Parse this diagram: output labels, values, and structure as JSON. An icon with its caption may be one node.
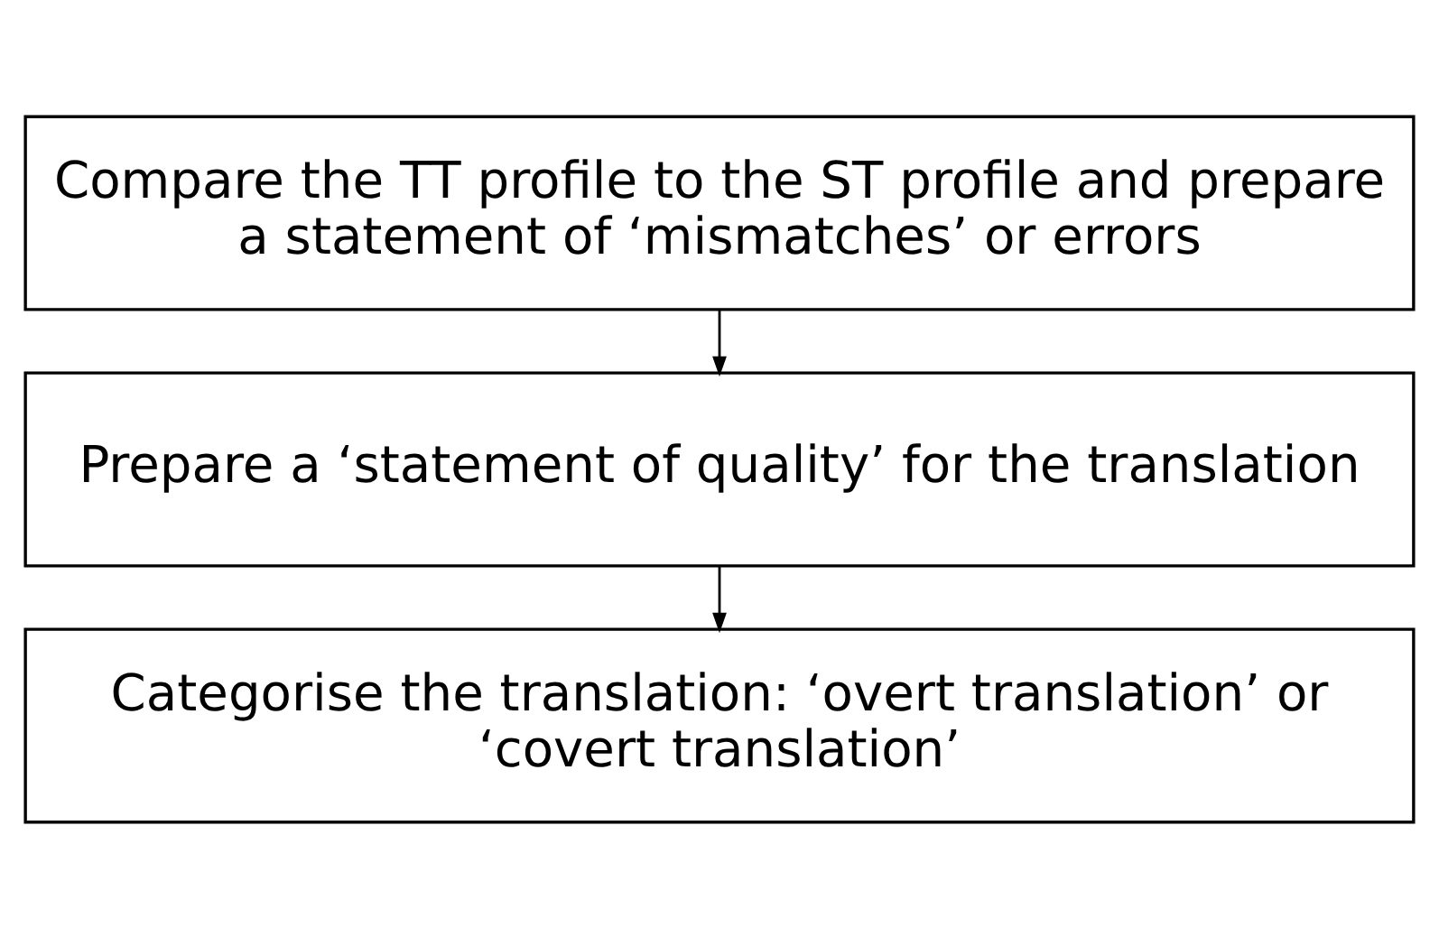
{
  "diagram": {
    "nodes": [
      {
        "text": [
          "Compare the TT profile to the ST profile and prepare a statement of ‘mismatches’ or errors"
        ]
      },
      {
        "text": [
          "Prepare a ‘statement of quality’ for the translation"
        ]
      },
      {
        "text": [
          "Categorise the translation: ‘overt translation’ or ‘covert translation’"
        ]
      }
    ],
    "edges": [
      {
        "from": 0,
        "to": 1,
        "arrow": "to"
      },
      {
        "from": 1,
        "to": 2,
        "arrow": "to"
      }
    ]
  }
}
